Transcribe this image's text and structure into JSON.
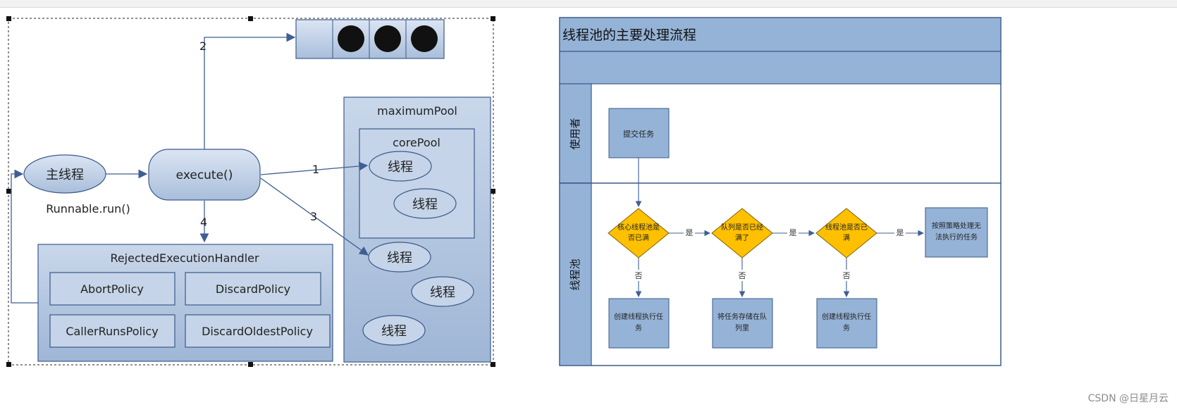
{
  "left_diagram": {
    "main_thread": "主线程",
    "runnable_run": "Runnable.run()",
    "execute": "execute()",
    "arrow_labels": [
      "1",
      "2",
      "3",
      "4"
    ],
    "maximum_pool": "maximumPool",
    "core_pool": "corePool",
    "thread_label": "线程",
    "handler_title": "RejectedExecutionHandler",
    "policies": [
      "AbortPolicy",
      "DiscardPolicy",
      "CallerRunsPolicy",
      "DiscardOldestPolicy"
    ]
  },
  "right_diagram": {
    "title": "线程池的主要处理流程",
    "lane_user": "使用者",
    "lane_pool": "线程池",
    "submit_task": "提交任务",
    "decision_1": [
      "核心线程池是",
      "否已满"
    ],
    "decision_2": [
      "队列是否已经",
      "满了"
    ],
    "decision_3": [
      "线程池是否已",
      "满"
    ],
    "final_action": [
      "按照策略处理无",
      "法执行的任务"
    ],
    "action_1": [
      "创建线程执行任",
      "务"
    ],
    "action_2": [
      "将任务存储在队",
      "列里"
    ],
    "action_3": [
      "创建线程执行任",
      "务"
    ],
    "yes": "是",
    "no": "否"
  },
  "watermark": "CSDN @日星月云",
  "colors": {
    "box_fill": "#c5d4e8",
    "box_stroke": "#3c5a8a",
    "arrow": "#3f5f94",
    "decision": "#ffc000",
    "header": "#95b3d7"
  }
}
